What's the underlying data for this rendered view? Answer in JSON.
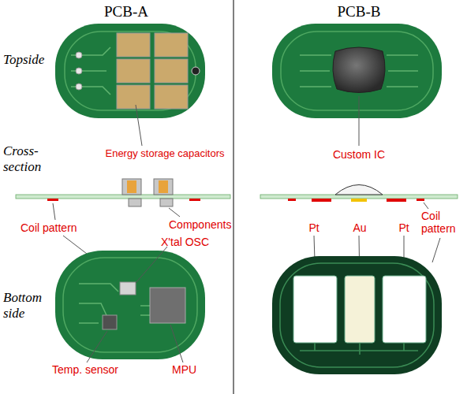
{
  "diagram": {
    "labels": [
      "PCB-A",
      "PCB-B",
      "Topside",
      "Cross- section",
      "Bottom side",
      "Energy storage capacitors",
      "Coil pattern",
      "Components",
      "X'tal OSC",
      "Temp. sensor",
      "MPU",
      "Custom IC",
      "Pt",
      "Au",
      "Pt",
      "Coil pattern"
    ]
  }
}
